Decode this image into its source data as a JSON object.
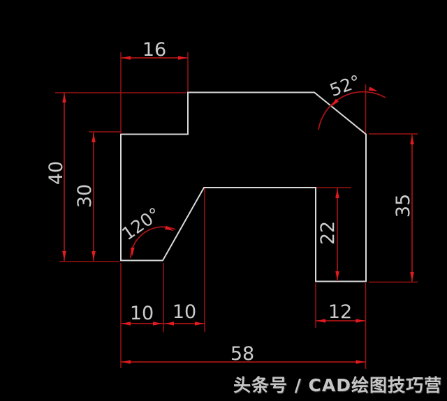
{
  "drawing": {
    "dim_labels": {
      "top_width": "16",
      "left_height": "40",
      "inner_left_height": "30",
      "chamfer_angle": "52°",
      "notch_angle": "120°",
      "right_height": "35",
      "inner_right_height": "22",
      "bottom_left_first": "10",
      "bottom_left_second": "10",
      "bottom_right_width": "12",
      "total_width": "58"
    },
    "colors": {
      "background": "#000000",
      "outline": "#d9d9d9",
      "dimension_line": "#a81316",
      "arrowhead": "#e01b1f",
      "dimension_text": "#cbcbcb",
      "watermark_text": "#c6c6c6"
    }
  },
  "watermark": {
    "text": "头条号 / CAD绘图技巧营"
  }
}
